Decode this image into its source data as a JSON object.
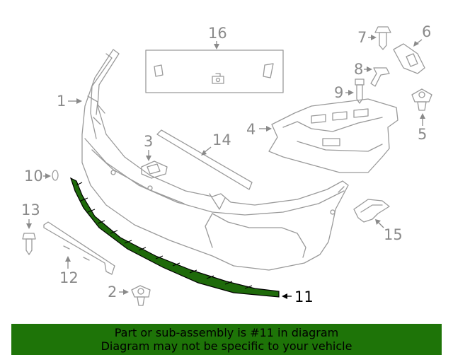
{
  "callouts": {
    "c1": "1",
    "c2": "2",
    "c3": "3",
    "c4": "4",
    "c5": "5",
    "c6": "6",
    "c7": "7",
    "c8": "8",
    "c9": "9",
    "c10": "10",
    "c11": "11",
    "c12": "12",
    "c13": "13",
    "c14": "14",
    "c15": "15",
    "c16": "16"
  },
  "highlighted_part": "11",
  "colors": {
    "banner": "#1e7408",
    "highlight": "#1e6a0a",
    "line": "#9a9a9a"
  },
  "banner": {
    "line1": "Part or sub-assembly is #11 in diagram",
    "line2": "Diagram may not be specific to your vehicle"
  }
}
